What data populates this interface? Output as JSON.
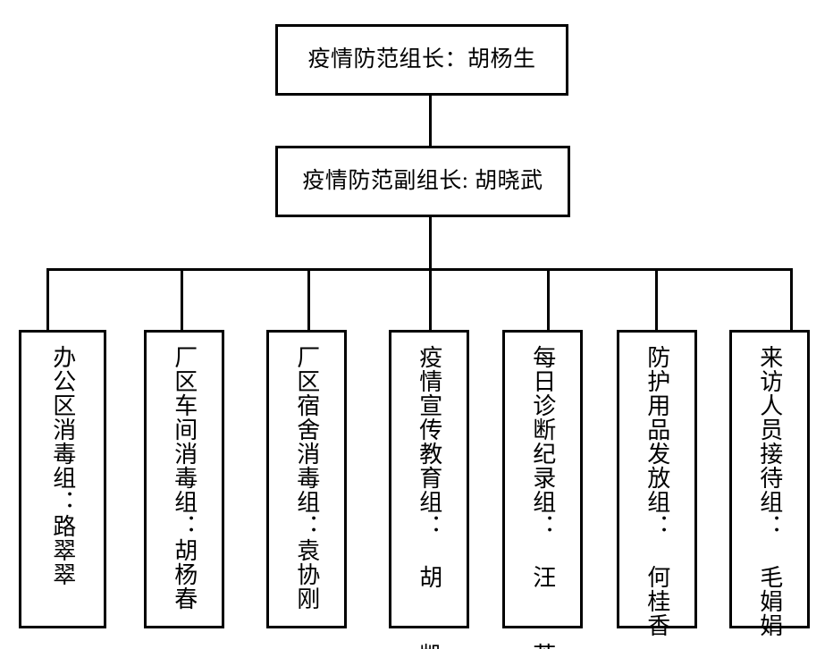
{
  "chart": {
    "type": "org-chart",
    "title_box": {
      "label": "疫情防范组长：胡杨生"
    },
    "deputy_box": {
      "label": "疫情防范副组长: 胡晓武"
    },
    "groups": [
      {
        "label": "办公区消毒组：路翠翠",
        "group": "办公区消毒组",
        "leader": "路翠翠"
      },
      {
        "label": "厂区车间消毒组：胡杨春",
        "group": "厂区车间消毒组",
        "leader": "胡杨春"
      },
      {
        "label": "厂区宿舍消毒组：袁协刚",
        "group": "厂区宿舍消毒组",
        "leader": "袁协刚"
      },
      {
        "label": "疫情宣传教育组： 胡  凯",
        "group": "疫情宣传教育组",
        "leader": "胡 凯"
      },
      {
        "label": "每日诊断纪录组： 汪  芳",
        "group": "每日诊断纪录组",
        "leader": "汪 芳"
      },
      {
        "label": "防护用品发放组： 何桂香",
        "group": "防护用品发放组",
        "leader": "何桂香"
      },
      {
        "label": "来访人员接待组： 毛娟娟",
        "group": "来访人员接待组",
        "leader": "毛娟娟"
      }
    ],
    "colors": {
      "line": "#000000",
      "box_border": "#000000",
      "box_fill": "#ffffff",
      "text": "#000000",
      "background": "#ffffff"
    }
  }
}
